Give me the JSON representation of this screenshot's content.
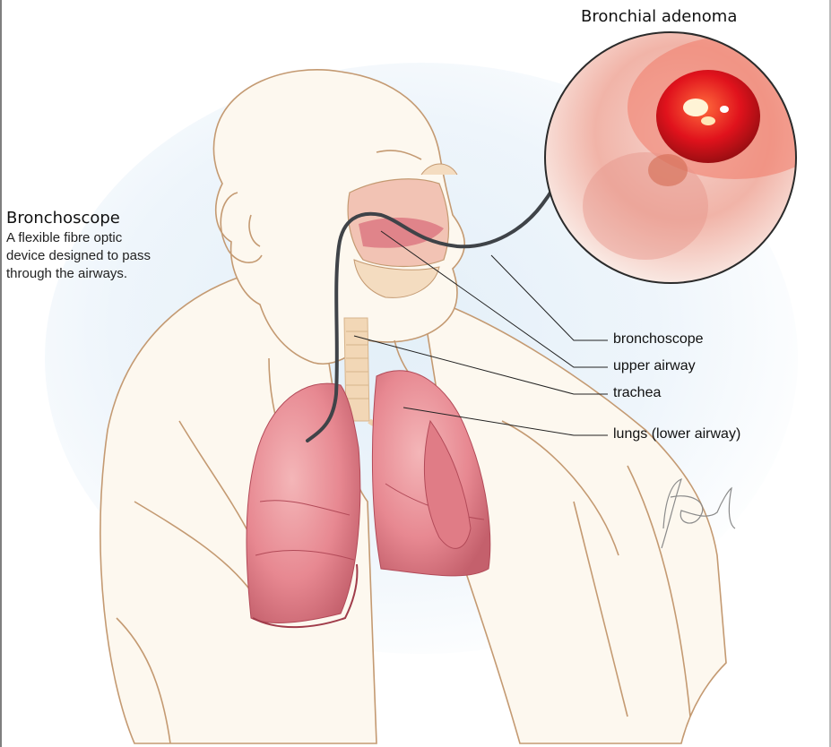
{
  "inset": {
    "title": "Bronchial adenoma"
  },
  "device": {
    "title": "Bronchoscope",
    "description_lines": [
      "A flexible fibre optic",
      "device designed to pass",
      "through the airways."
    ]
  },
  "labels": {
    "bronchoscope": "bronchoscope",
    "upper_airway": "upper airway",
    "trachea": "trachea",
    "lungs": "lungs (lower airway)"
  },
  "colors": {
    "skin_outline": "#c49a72",
    "lung_fill": "#e8848c",
    "lung_dark": "#b94a57",
    "scope": "#3f4348",
    "background_wash": "#dcebf6"
  }
}
